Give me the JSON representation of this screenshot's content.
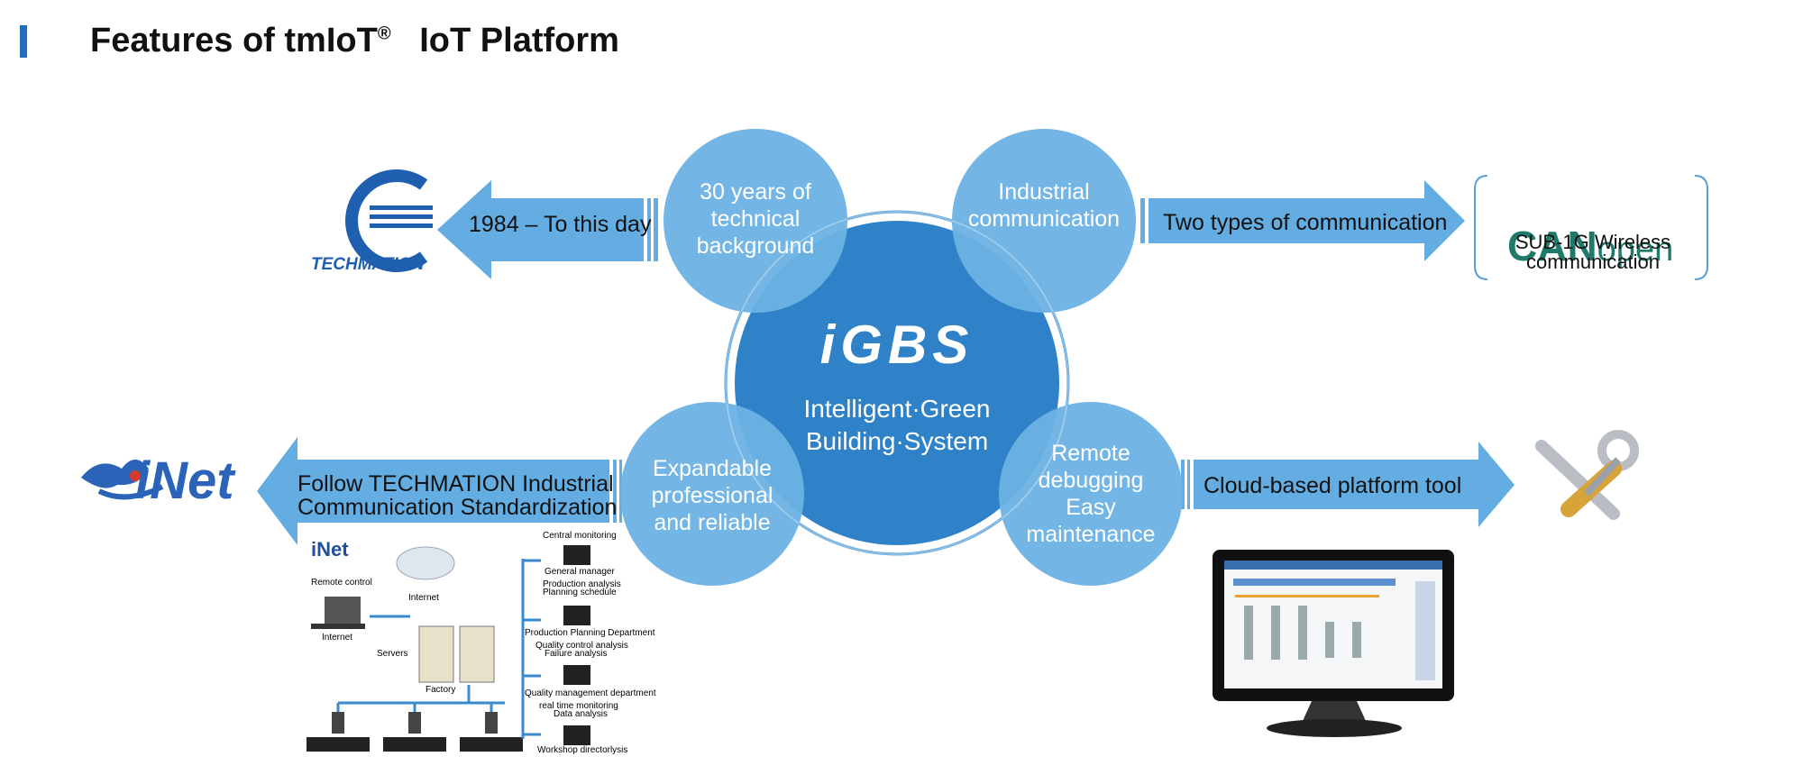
{
  "header": {
    "title_prefix": "Features of tmIoT",
    "title_reg": "®",
    "title_suffix": "IoT Platform"
  },
  "center": {
    "logo_text": "iGBS",
    "subtitle": "Intelligent·Green\nBuilding·System"
  },
  "bubbles": {
    "top_left": "30 years of\ntechnical\nbackground",
    "top_right": "Industrial\ncommunication",
    "bottom_left": "Expandable\nprofessional\nand reliable",
    "bottom_right": "Remote\ndebugging\nEasy\nmaintenance"
  },
  "arrows": {
    "top_left": "1984 – To this day",
    "top_right": "Two types of communication",
    "bottom_left": "Follow TECHMATION Industrial\nCommunication Standardization",
    "bottom_right": "Cloud-based platform tool"
  },
  "brands": {
    "techmation": "TECHMATION",
    "canopen_can": "CAN",
    "canopen_open": "open",
    "wireless": "SUB-1G Wireless\ncommunication",
    "inet": "iNet"
  },
  "inet_diagram": {
    "title": "iNet",
    "remote_control": "Remote control",
    "internet_cloud": "Internet",
    "internet_pc": "Internet",
    "servers": "Servers",
    "factory": "Factory",
    "departments": [
      "Central monitoring",
      "General manager",
      "Production analysis",
      "Planning schedule",
      "Production Planning Department",
      "Quality control analysis",
      "Failure analysis",
      "Quality management department",
      "real time monitoring",
      "Data analysis",
      "Workshop directorlysis"
    ]
  },
  "colors": {
    "bubble": "#6cb2e4",
    "center": "#2f82c8",
    "arrow": "#64ade2",
    "accent": "#1f6fbd",
    "canopen_green": "#1f7a6b"
  }
}
